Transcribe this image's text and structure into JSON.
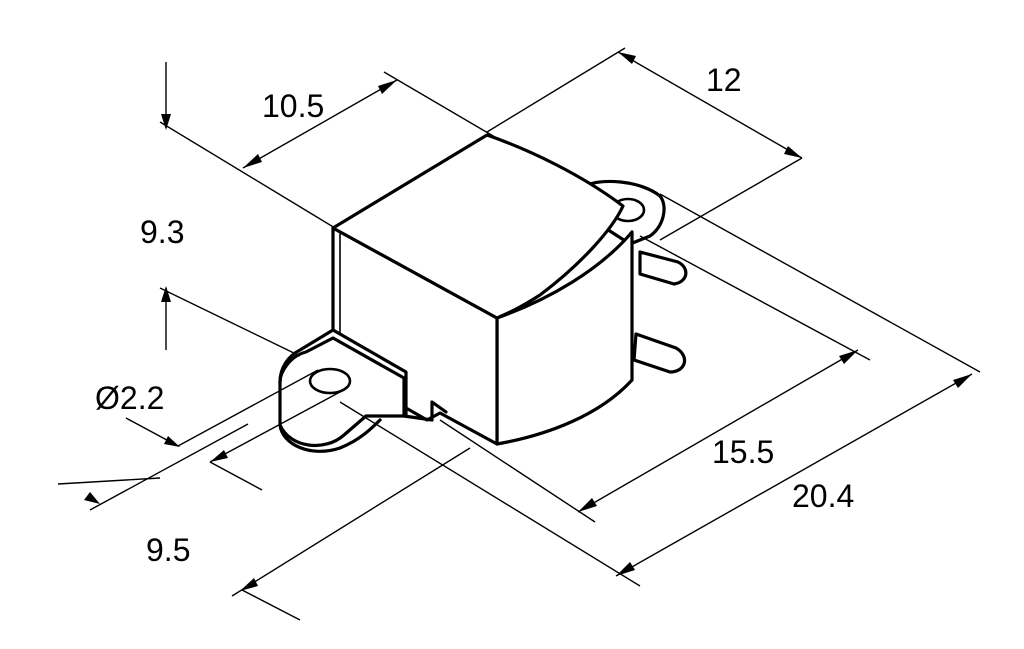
{
  "dimensions": {
    "d_10_5": "10.5",
    "d_12": "12",
    "d_9_3": "9.3",
    "d_hole": "Ø2.2",
    "d_15_5": "15.5",
    "d_20_4": "20.4",
    "d_9_5": "9.5"
  }
}
